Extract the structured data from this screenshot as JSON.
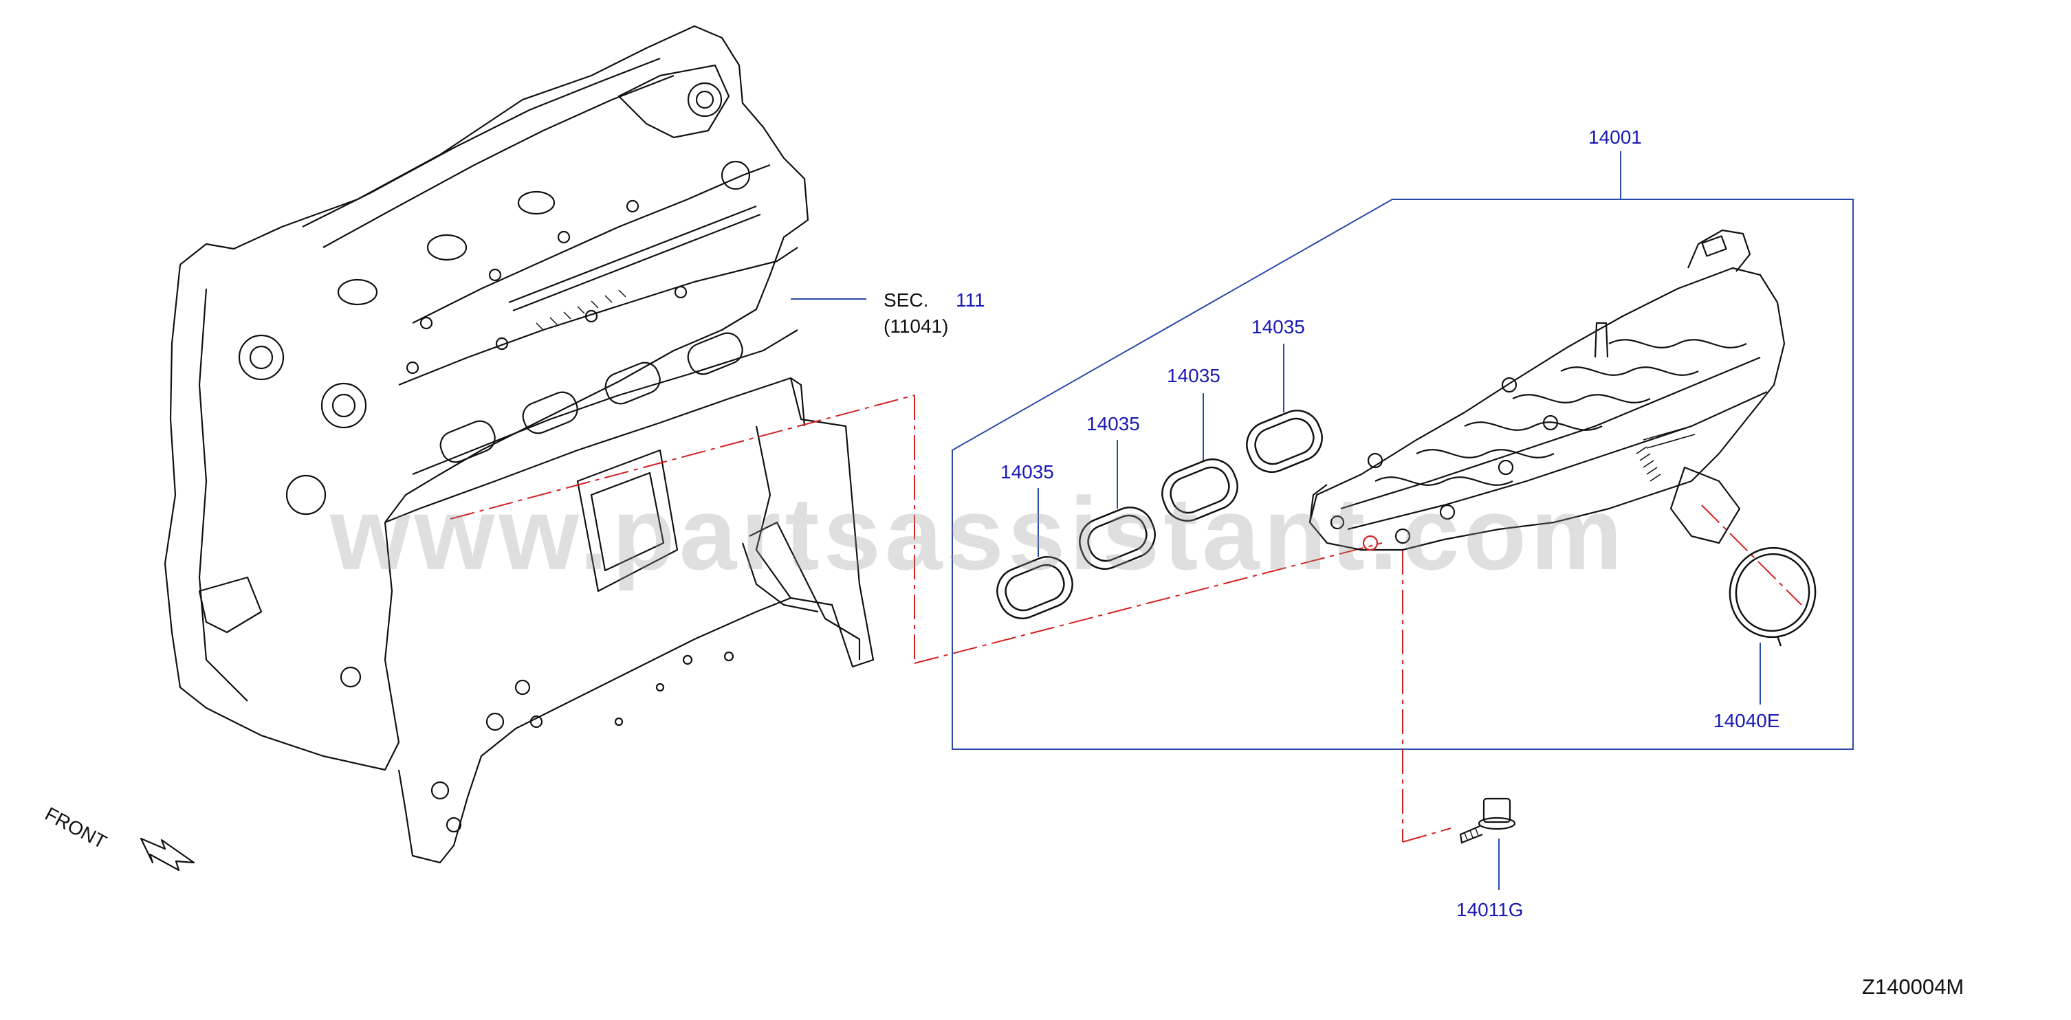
{
  "watermark": "www.partsassistant.com",
  "labels": {
    "assembly": "14001",
    "gasket_1": "14035",
    "gasket_2": "14035",
    "gasket_3": "14035",
    "gasket_4": "14035",
    "sec_prefix": "SEC.",
    "sec_number": "111",
    "sec_ref": "(11041)",
    "seal": "14040E",
    "bolt": "14011G",
    "front": "FRONT",
    "figure_code": "Z140004M"
  },
  "colors": {
    "callout_blue": "#1a1ab4",
    "frame_blue": "#2b4aa8",
    "chain_red": "#d42020",
    "line_black": "#111111"
  },
  "icons": {
    "front_arrow": "front-arrow-icon"
  }
}
